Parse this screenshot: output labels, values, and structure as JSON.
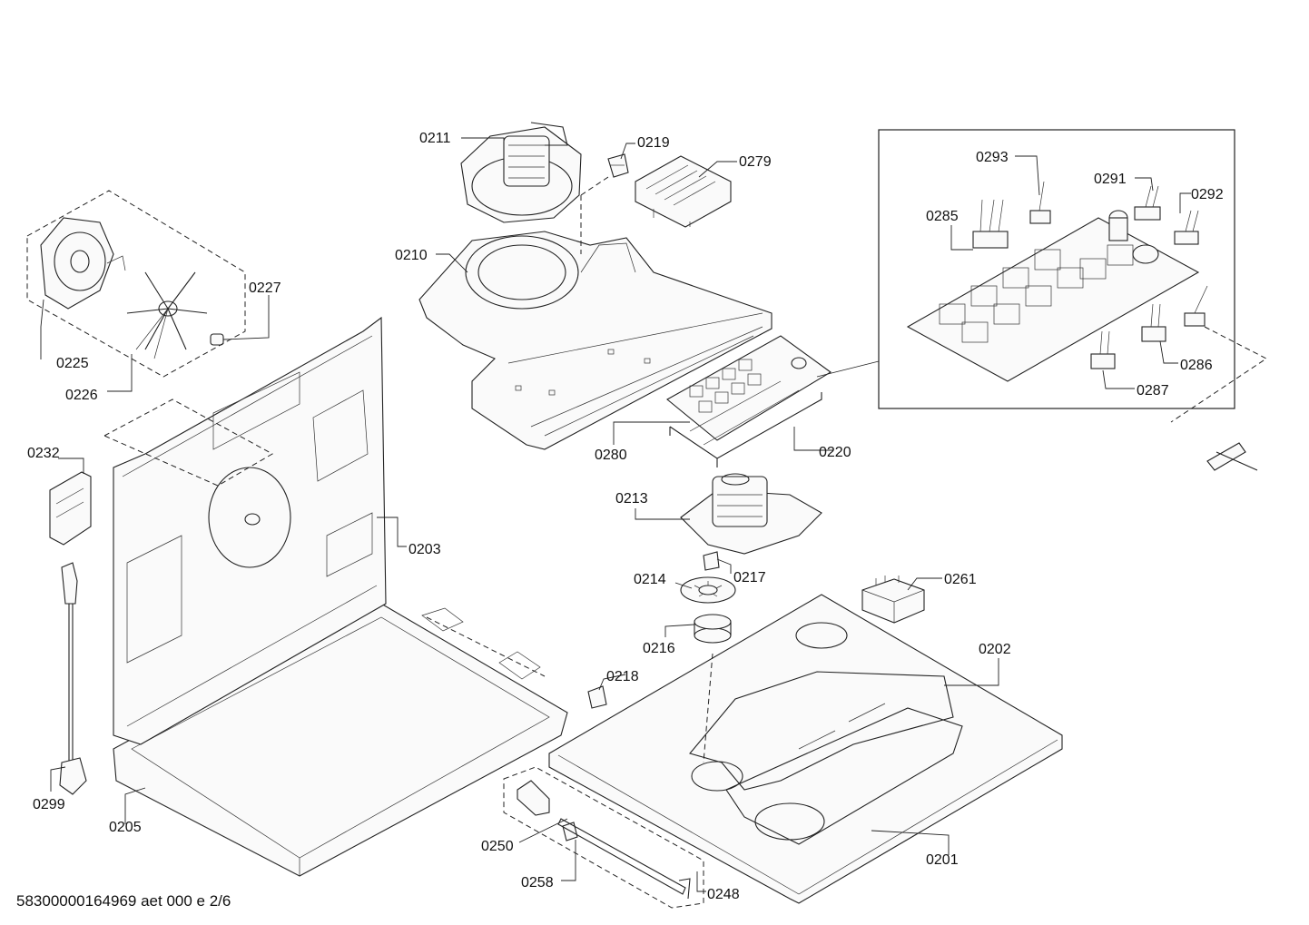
{
  "drawing": {
    "footer": "58300000164969 aet 000 e 2/6"
  },
  "parts": {
    "p0201": "0201",
    "p0202": "0202",
    "p0203": "0203",
    "p0205": "0205",
    "p0210": "0210",
    "p0211": "0211",
    "p0213": "0213",
    "p0214": "0214",
    "p0216": "0216",
    "p0217": "0217",
    "p0218": "0218",
    "p0219": "0219",
    "p0220": "0220",
    "p0225": "0225",
    "p0226": "0226",
    "p0227": "0227",
    "p0232": "0232",
    "p0248": "0248",
    "p0250": "0250",
    "p0258": "0258",
    "p0261": "0261",
    "p0279": "0279",
    "p0280": "0280",
    "p0285": "0285",
    "p0286": "0286",
    "p0287": "0287",
    "p0291": "0291",
    "p0292": "0292",
    "p0293": "0293",
    "p0299": "0299"
  }
}
